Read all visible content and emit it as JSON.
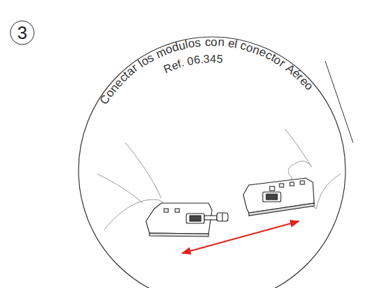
{
  "diagram": {
    "nodes": [
      {
        "text": [
          "3"
        ]
      }
    ],
    "labels": [
      "Conectar los modulos con el conector Aéreo",
      "Ref. 06.345"
    ]
  }
}
